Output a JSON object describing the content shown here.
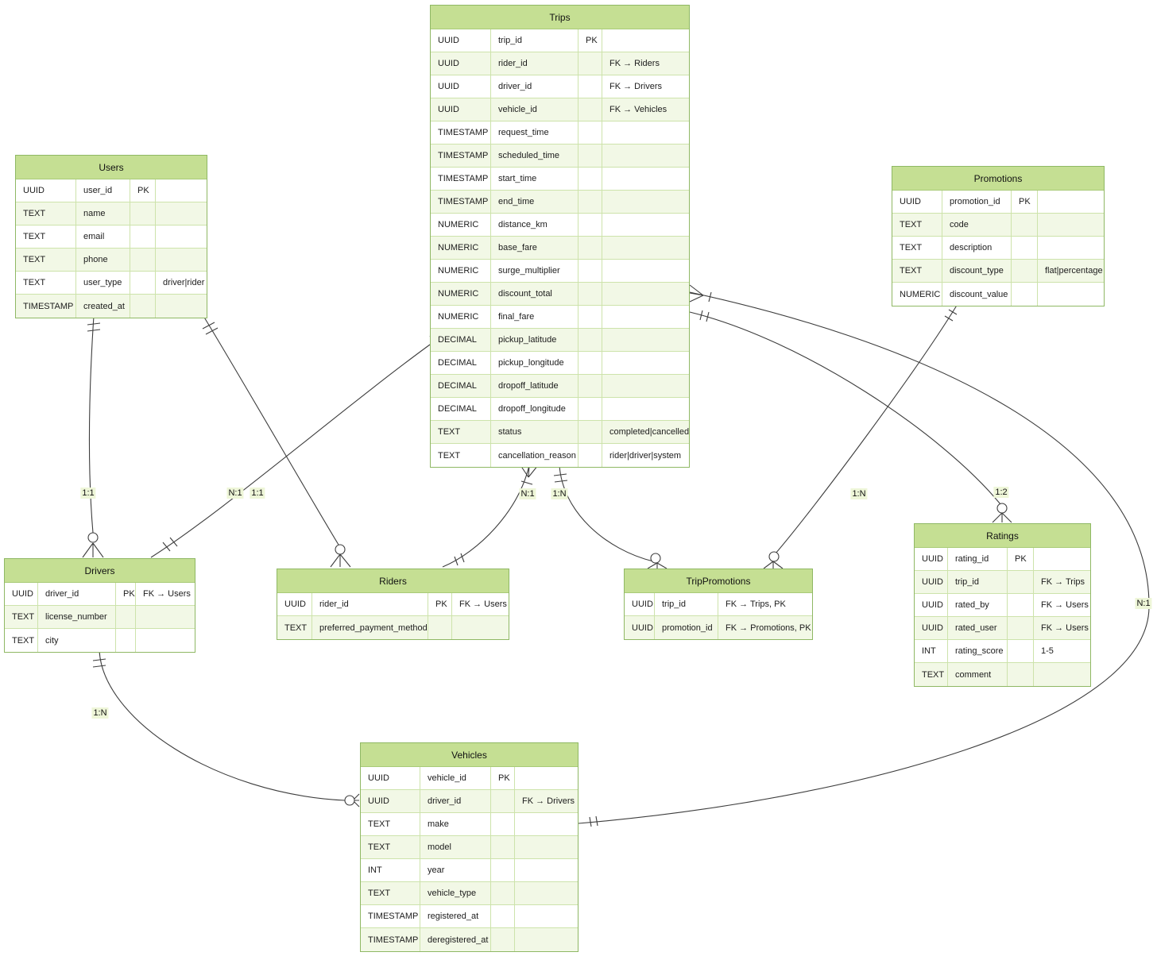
{
  "diagram": {
    "tables": [
      {
        "id": "users",
        "title": "Users",
        "rows": [
          [
            "UUID",
            "user_id",
            "PK",
            ""
          ],
          [
            "TEXT",
            "name",
            "",
            ""
          ],
          [
            "TEXT",
            "email",
            "",
            ""
          ],
          [
            "TEXT",
            "phone",
            "",
            ""
          ],
          [
            "TEXT",
            "user_type",
            "",
            "driver|rider"
          ],
          [
            "TIMESTAMP",
            "created_at",
            "",
            ""
          ]
        ]
      },
      {
        "id": "trips",
        "title": "Trips",
        "rows": [
          [
            "UUID",
            "trip_id",
            "PK",
            ""
          ],
          [
            "UUID",
            "rider_id",
            "",
            "FK → Riders"
          ],
          [
            "UUID",
            "driver_id",
            "",
            "FK → Drivers"
          ],
          [
            "UUID",
            "vehicle_id",
            "",
            "FK → Vehicles"
          ],
          [
            "TIMESTAMP",
            "request_time",
            "",
            ""
          ],
          [
            "TIMESTAMP",
            "scheduled_time",
            "",
            ""
          ],
          [
            "TIMESTAMP",
            "start_time",
            "",
            ""
          ],
          [
            "TIMESTAMP",
            "end_time",
            "",
            ""
          ],
          [
            "NUMERIC",
            "distance_km",
            "",
            ""
          ],
          [
            "NUMERIC",
            "base_fare",
            "",
            ""
          ],
          [
            "NUMERIC",
            "surge_multiplier",
            "",
            ""
          ],
          [
            "NUMERIC",
            "discount_total",
            "",
            ""
          ],
          [
            "NUMERIC",
            "final_fare",
            "",
            ""
          ],
          [
            "DECIMAL",
            "pickup_latitude",
            "",
            ""
          ],
          [
            "DECIMAL",
            "pickup_longitude",
            "",
            ""
          ],
          [
            "DECIMAL",
            "dropoff_latitude",
            "",
            ""
          ],
          [
            "DECIMAL",
            "dropoff_longitude",
            "",
            ""
          ],
          [
            "TEXT",
            "status",
            "",
            "completed|cancelled"
          ],
          [
            "TEXT",
            "cancellation_reason",
            "",
            "rider|driver|system"
          ]
        ]
      },
      {
        "id": "promotions",
        "title": "Promotions",
        "rows": [
          [
            "UUID",
            "promotion_id",
            "PK",
            ""
          ],
          [
            "TEXT",
            "code",
            "",
            ""
          ],
          [
            "TEXT",
            "description",
            "",
            ""
          ],
          [
            "TEXT",
            "discount_type",
            "",
            "flat|percentage"
          ],
          [
            "NUMERIC",
            "discount_value",
            "",
            ""
          ]
        ]
      },
      {
        "id": "drivers",
        "title": "Drivers",
        "rows": [
          [
            "UUID",
            "driver_id",
            "PK",
            "FK → Users"
          ],
          [
            "TEXT",
            "license_number",
            "",
            ""
          ],
          [
            "TEXT",
            "city",
            "",
            ""
          ]
        ]
      },
      {
        "id": "riders",
        "title": "Riders",
        "rows": [
          [
            "UUID",
            "rider_id",
            "PK",
            "FK → Users"
          ],
          [
            "TEXT",
            "preferred_payment_method",
            "",
            ""
          ]
        ]
      },
      {
        "id": "trippromotions",
        "title": "TripPromotions",
        "rows": [
          [
            "UUID",
            "trip_id",
            "FK → Trips, PK"
          ],
          [
            "UUID",
            "promotion_id",
            "FK → Promotions, PK"
          ]
        ]
      },
      {
        "id": "ratings",
        "title": "Ratings",
        "rows": [
          [
            "UUID",
            "rating_id",
            "PK",
            ""
          ],
          [
            "UUID",
            "trip_id",
            "",
            "FK → Trips"
          ],
          [
            "UUID",
            "rated_by",
            "",
            "FK → Users"
          ],
          [
            "UUID",
            "rated_user",
            "",
            "FK → Users"
          ],
          [
            "INT",
            "rating_score",
            "",
            "1-5"
          ],
          [
            "TEXT",
            "comment",
            "",
            ""
          ]
        ]
      },
      {
        "id": "vehicles",
        "title": "Vehicles",
        "rows": [
          [
            "UUID",
            "vehicle_id",
            "PK",
            ""
          ],
          [
            "UUID",
            "driver_id",
            "",
            "FK → Drivers"
          ],
          [
            "TEXT",
            "make",
            "",
            ""
          ],
          [
            "TEXT",
            "model",
            "",
            ""
          ],
          [
            "INT",
            "year",
            "",
            ""
          ],
          [
            "TEXT",
            "vehicle_type",
            "",
            ""
          ],
          [
            "TIMESTAMP",
            "registered_at",
            "",
            ""
          ],
          [
            "TIMESTAMP",
            "deregistered_at",
            "",
            ""
          ]
        ]
      }
    ],
    "edges": [
      {
        "from": "Users",
        "to": "Drivers",
        "label": "1:1"
      },
      {
        "from": "Users",
        "to": "Riders",
        "label": "1:1"
      },
      {
        "from": "Trips",
        "to": "Drivers",
        "label": "N:1"
      },
      {
        "from": "Trips",
        "to": "Riders",
        "label": "N:1"
      },
      {
        "from": "Trips",
        "to": "TripPromotions",
        "label": "1:N"
      },
      {
        "from": "Promotions",
        "to": "TripPromotions",
        "label": "1:N"
      },
      {
        "from": "Trips",
        "to": "Ratings",
        "label": "1:2"
      },
      {
        "from": "Trips",
        "to": "Vehicles",
        "label": "N:1"
      },
      {
        "from": "Drivers",
        "to": "Vehicles",
        "label": "1:N"
      }
    ]
  }
}
